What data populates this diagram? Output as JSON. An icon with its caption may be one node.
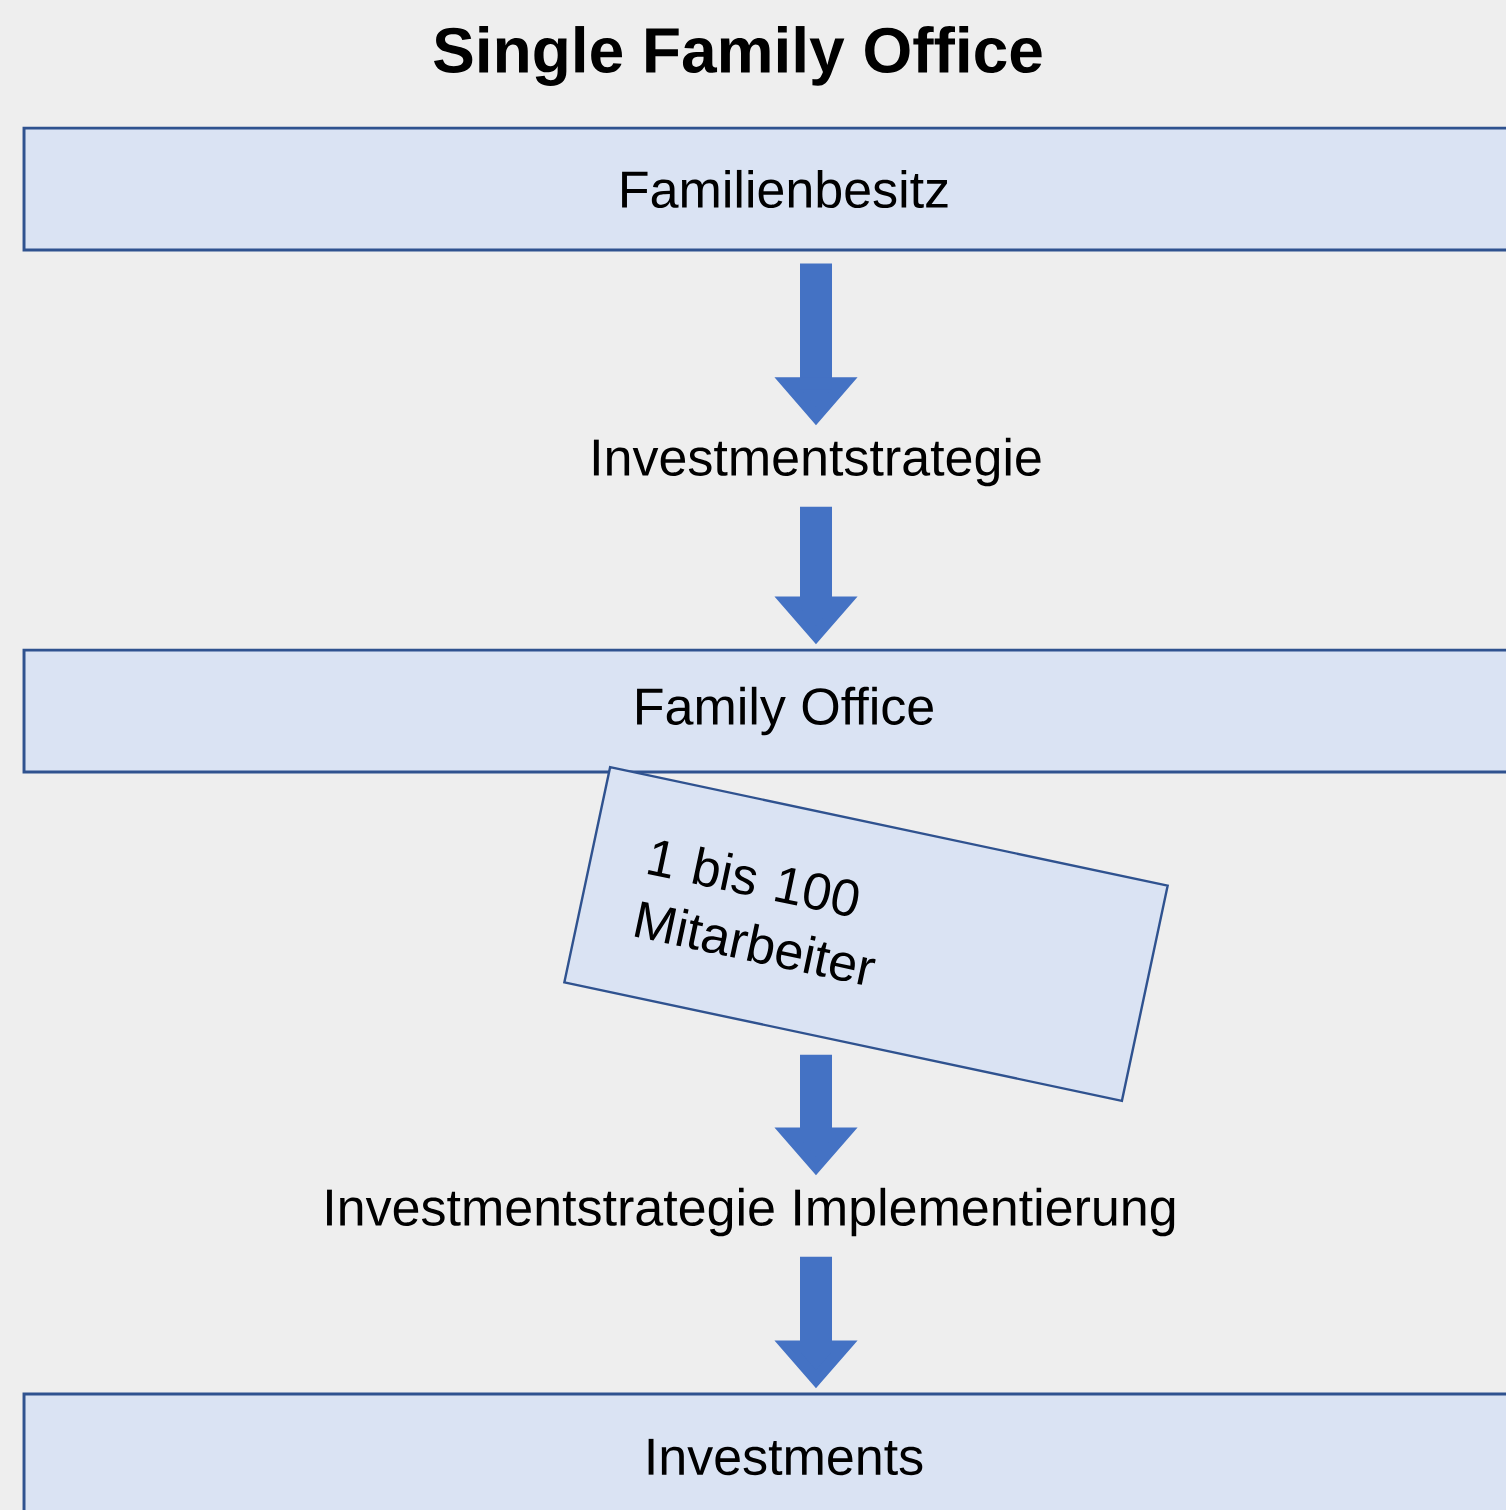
{
  "diagram": {
    "title": "Single Family Office",
    "nodes": [
      {
        "text": [
          "Familienbesitz"
        ]
      },
      {
        "text": [
          "Investmentstrategie"
        ]
      },
      {
        "text": [
          "Family Office"
        ]
      },
      {
        "text": [
          "1 bis 100 Mitarbeiter"
        ]
      },
      {
        "text": [
          "Investmentstrategie Implementierung"
        ]
      },
      {
        "text": [
          "Investments"
        ]
      }
    ],
    "edges": [
      {
        "from": 0,
        "to": 1,
        "arrow": "to"
      },
      {
        "from": 1,
        "to": 2,
        "arrow": "to"
      },
      {
        "from": 3,
        "to": 4,
        "arrow": "to"
      },
      {
        "from": 4,
        "to": 5,
        "arrow": "to"
      }
    ]
  }
}
